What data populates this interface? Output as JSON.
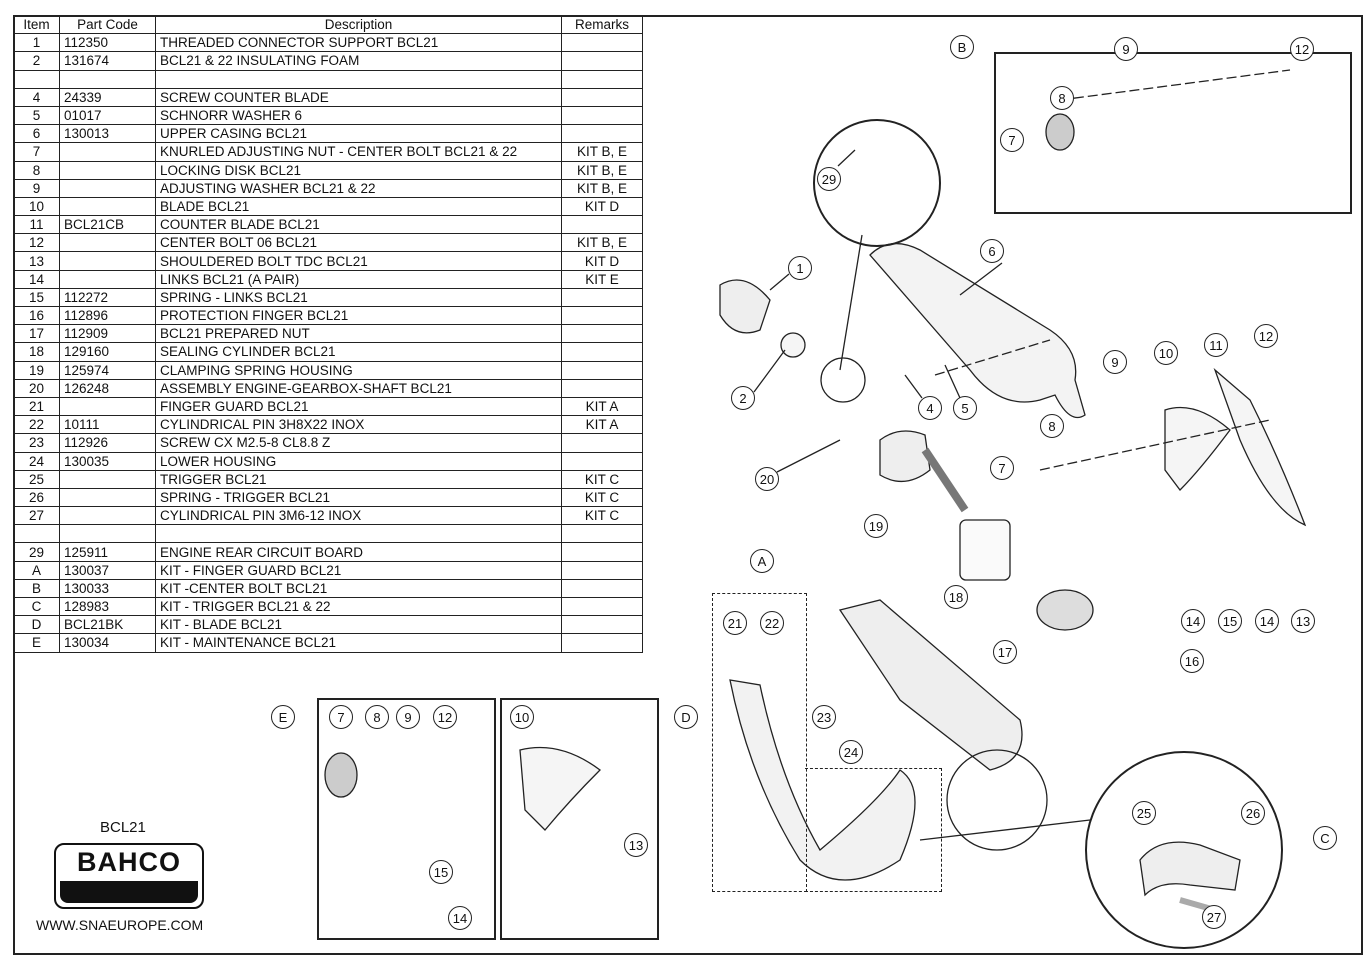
{
  "table": {
    "headers": [
      "Item",
      "Part Code",
      "Description",
      "Remarks"
    ],
    "rows": [
      [
        "1",
        "112350",
        "THREADED CONNECTOR SUPPORT BCL21",
        ""
      ],
      [
        "2",
        "131674",
        "BCL21 & 22 INSULATING FOAM",
        ""
      ],
      [
        "",
        "",
        "",
        ""
      ],
      [
        "4",
        "24339",
        "SCREW COUNTER BLADE",
        ""
      ],
      [
        "5",
        "01017",
        " SCHNORR WASHER 6",
        ""
      ],
      [
        "6",
        "130013",
        "UPPER CASING BCL21",
        ""
      ],
      [
        "7",
        "",
        "KNURLED ADJUSTING NUT - CENTER BOLT  BCL21 & 22",
        "KIT B, E"
      ],
      [
        "8",
        "",
        "LOCKING DISK BCL21",
        "KIT B, E"
      ],
      [
        "9",
        "",
        "ADJUSTING WASHER BCL21 & 22",
        "KIT B, E"
      ],
      [
        "10",
        "",
        "BLADE BCL21",
        "KIT D"
      ],
      [
        "11",
        "BCL21CB",
        "COUNTER BLADE BCL21",
        ""
      ],
      [
        "12",
        "",
        "CENTER BOLT 06 BCL21",
        "KIT B, E"
      ],
      [
        "13",
        "",
        "SHOULDERED BOLT TDC BCL21",
        "KIT D"
      ],
      [
        "14",
        "",
        "LINKS BCL21 (A PAIR)",
        "KIT E"
      ],
      [
        "15",
        "112272",
        "SPRING - LINKS BCL21",
        ""
      ],
      [
        "16",
        "112896",
        "PROTECTION FINGER BCL21",
        ""
      ],
      [
        "17",
        "112909",
        "BCL21 PREPARED NUT",
        ""
      ],
      [
        "18",
        "129160",
        "SEALING CYLINDER BCL21",
        ""
      ],
      [
        "19",
        "125974",
        "CLAMPING SPRING HOUSING",
        ""
      ],
      [
        "20",
        "126248",
        "ASSEMBLY ENGINE-GEARBOX-SHAFT BCL21",
        ""
      ],
      [
        "21",
        "",
        "FINGER GUARD BCL21",
        "KIT A"
      ],
      [
        "22",
        "10111",
        "CYLINDRICAL PIN 3H8X22 INOX",
        "KIT A"
      ],
      [
        "23",
        "112926",
        "SCREW CX M2.5-8 CL8.8 Z",
        ""
      ],
      [
        "24",
        "130035",
        "LOWER HOUSING",
        ""
      ],
      [
        "25",
        "",
        "TRIGGER BCL21",
        "KIT C"
      ],
      [
        "26",
        "",
        "SPRING - TRIGGER BCL21",
        "KIT C"
      ],
      [
        "27",
        "",
        "CYLINDRICAL PIN 3M6-12 INOX",
        "KIT C"
      ],
      [
        "",
        "",
        "",
        ""
      ],
      [
        "29",
        "125911",
        "ENGINE REAR CIRCUIT BOARD",
        ""
      ],
      [
        "A",
        "130037",
        "KIT - FINGER GUARD BCL21",
        ""
      ],
      [
        "B",
        "130033",
        "KIT -CENTER BOLT BCL21",
        ""
      ],
      [
        "C",
        "128983",
        "KIT - TRIGGER BCL21 & 22",
        ""
      ],
      [
        "D",
        "BCL21BK",
        "KIT - BLADE BCL21",
        ""
      ],
      [
        "E",
        "130034",
        "KIT - MAINTENANCE BCL21",
        ""
      ]
    ]
  },
  "callouts": {
    "main": [
      "1",
      "2",
      "4",
      "5",
      "6",
      "7",
      "8",
      "9",
      "10",
      "11",
      "12",
      "13",
      "14",
      "15",
      "14",
      "16",
      "17",
      "18",
      "19",
      "20",
      "21",
      "22",
      "23",
      "24",
      "25",
      "26",
      "27",
      "29",
      "A",
      "B",
      "C",
      "D",
      "E"
    ],
    "kit_b": [
      "7",
      "8",
      "9",
      "12"
    ],
    "kit_e": [
      "7",
      "8",
      "9",
      "12",
      "15",
      "14"
    ],
    "kit_d": [
      "10",
      "13"
    ]
  },
  "brand": {
    "model": "BCL21",
    "logo": "BAHCO",
    "website": "WWW.SNAEUROPE.COM"
  }
}
